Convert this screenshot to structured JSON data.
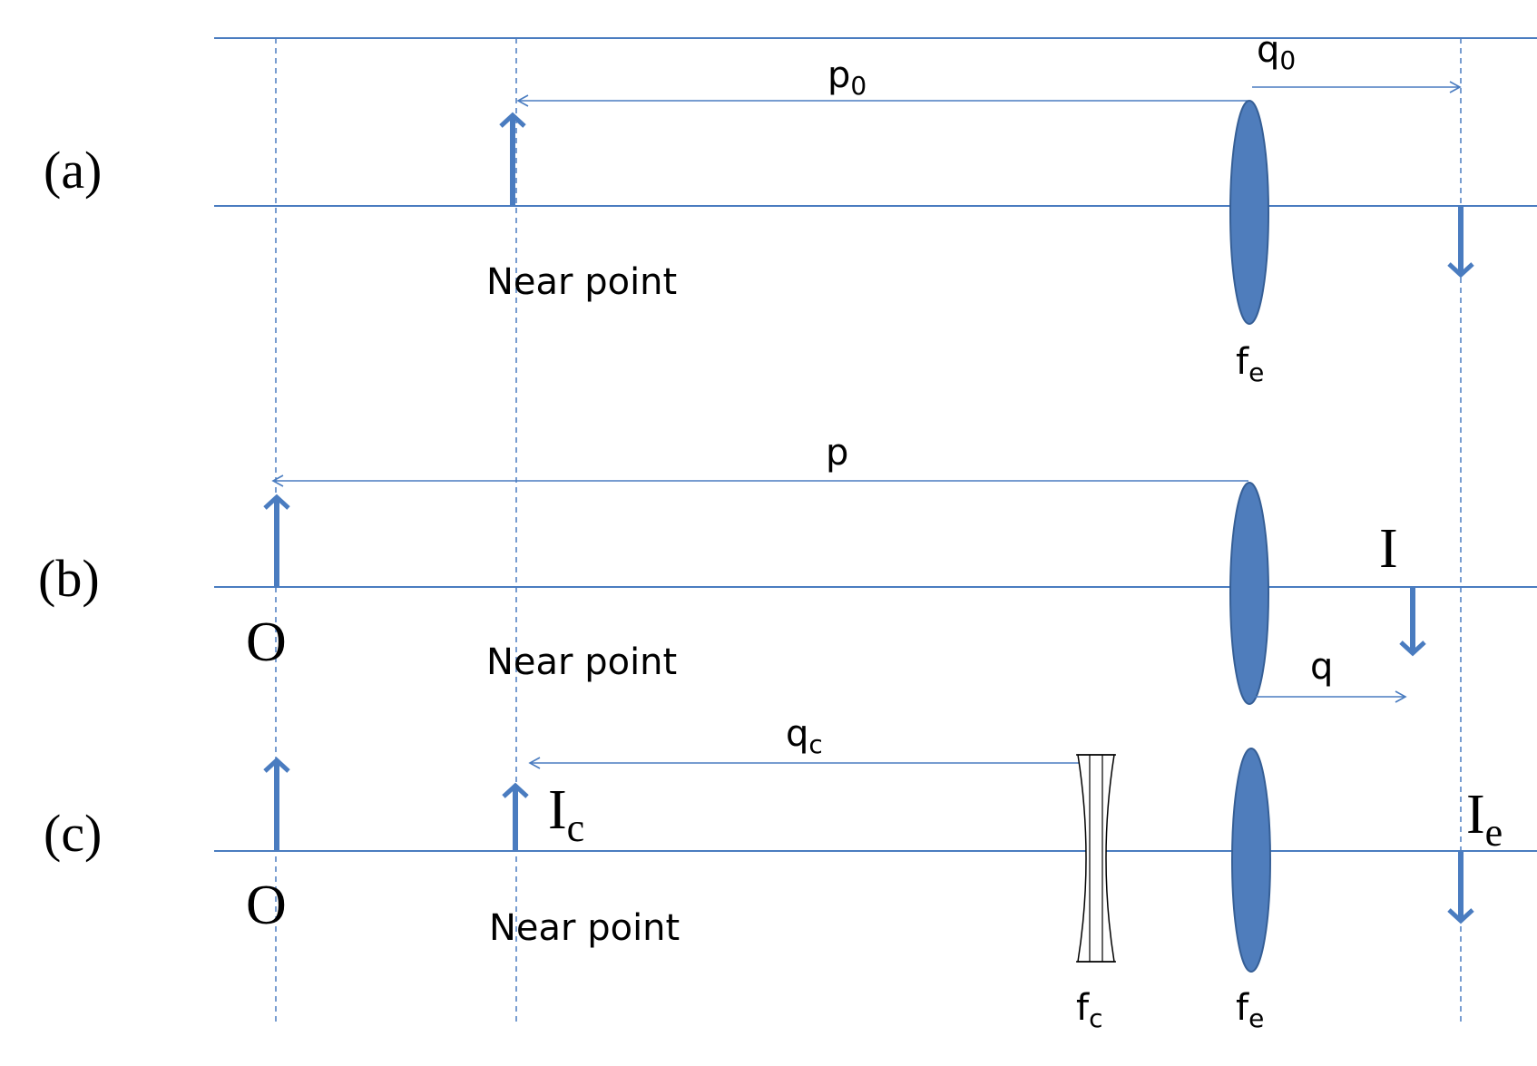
{
  "panels": {
    "a": {
      "label": "(a)",
      "near_point": "Near point",
      "p_main": "p",
      "p_sub": "0",
      "q_main": "q",
      "q_sub": "0",
      "lens_main": "f",
      "lens_sub": "e"
    },
    "b": {
      "label": "(b)",
      "near_point": "Near point",
      "p": "p",
      "q": "q",
      "object": "O",
      "image": "I"
    },
    "c": {
      "label": "(c)",
      "near_point": "Near point",
      "qc_main": "q",
      "qc_sub": "c",
      "object": "O",
      "ic_main": "I",
      "ic_sub": "c",
      "ie_main": "I",
      "ie_sub": "e",
      "fc_main": "f",
      "fc_sub": "c",
      "fe_main": "f",
      "fe_sub": "e"
    }
  },
  "colors": {
    "line": "#4a7cc0",
    "lens_fill": "#4f7dbc",
    "concave_lens_stroke": "#000000",
    "text": "#000000"
  }
}
